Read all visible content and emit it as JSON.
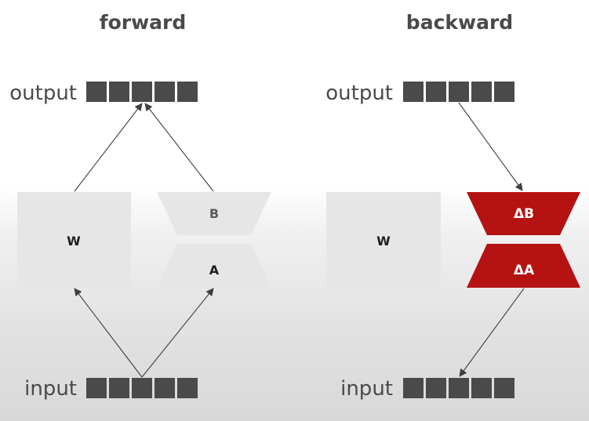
{
  "forward": {
    "title": "forward",
    "output_label": "output",
    "input_label": "input",
    "weight_label": "W",
    "adapter_b_label": "B",
    "adapter_a_label": "A"
  },
  "backward": {
    "title": "backward",
    "output_label": "output",
    "input_label": "input",
    "weight_label": "W",
    "adapter_b_label": "ΔB",
    "adapter_a_label": "ΔA"
  },
  "vector_cells": 5,
  "colors": {
    "text": "#4a4a4a",
    "cell": "#4a4a4a",
    "frozen_block": "#e6e6e6",
    "gradient_block": "#b51212",
    "arrow": "#3f3f3f"
  }
}
